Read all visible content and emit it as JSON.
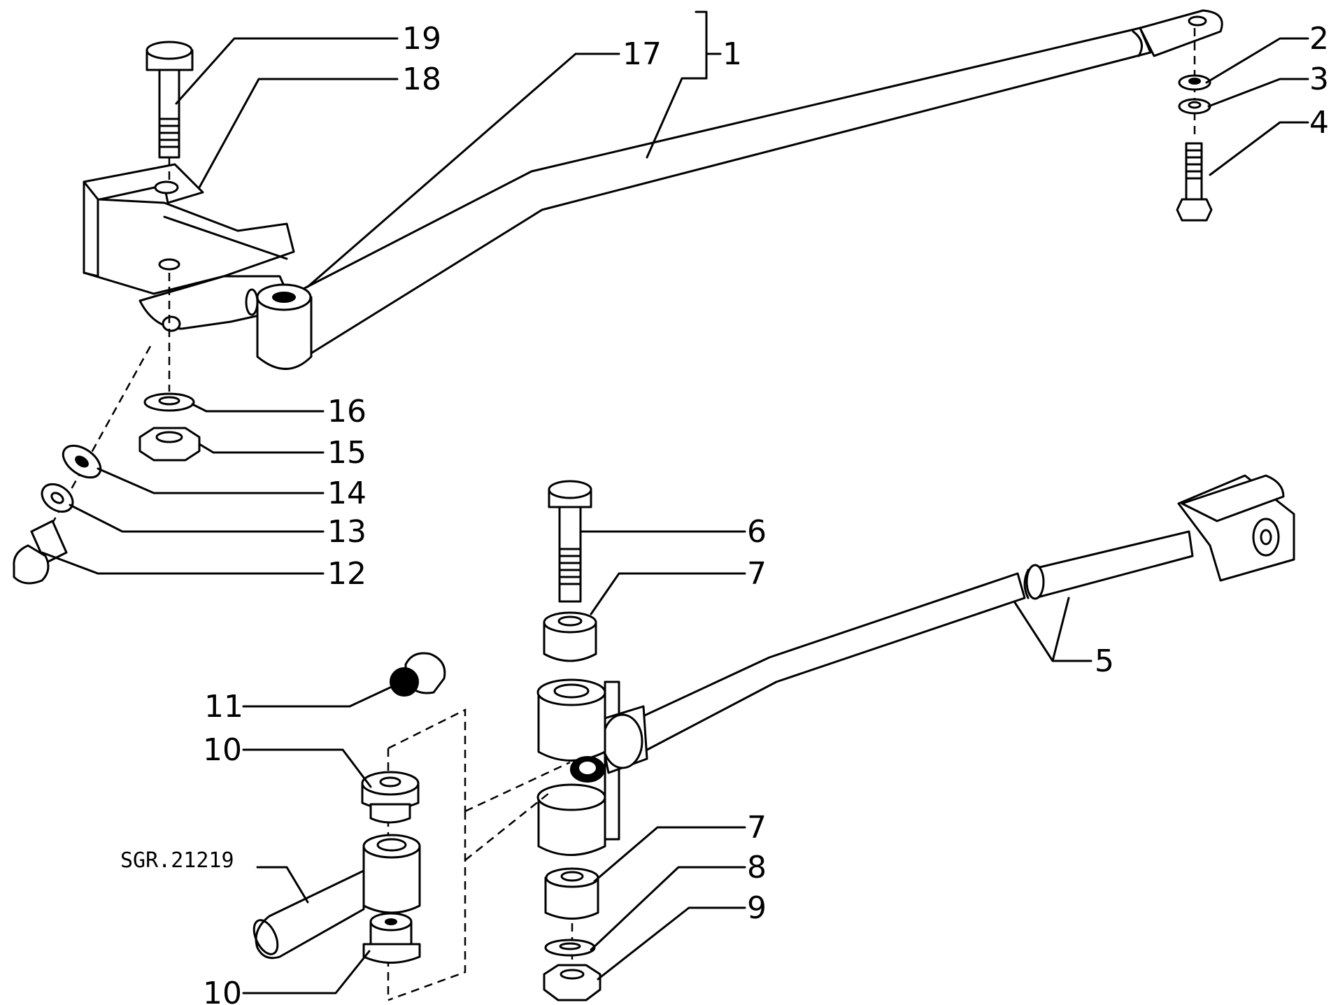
{
  "diagram": {
    "callouts": {
      "c1": "1",
      "c2": "2",
      "c3": "3",
      "c4": "4",
      "c5": "5",
      "c6": "6",
      "c7a": "7",
      "c7b": "7",
      "c8": "8",
      "c9": "9",
      "c10a": "10",
      "c10b": "10",
      "c11": "11",
      "c12": "12",
      "c13": "13",
      "c14": "14",
      "c15": "15",
      "c16": "16",
      "c17": "17",
      "c18": "18",
      "c19": "19"
    },
    "reference_code": "SGR.21219"
  }
}
